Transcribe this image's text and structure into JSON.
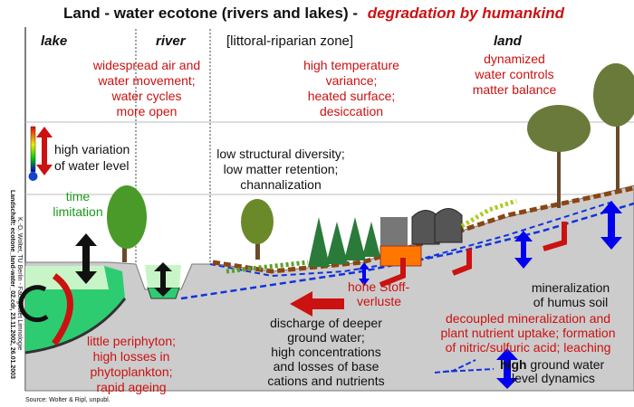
{
  "title": {
    "main": "Land - water ecotone (rivers and lakes)   -",
    "highlight": "degradation by humankind",
    "highlight_color": "#cc1111"
  },
  "zones": {
    "lake": "lake",
    "river": "river",
    "littoral": "[littoral-riparian zone]",
    "land": "land"
  },
  "row1": {
    "air": [
      "widespread air and",
      "water movement;",
      "water cycles",
      "more open"
    ],
    "temperature": [
      "high temperature",
      "variance;",
      "heated surface;",
      "desiccation"
    ],
    "land": [
      "dynamized",
      "water controls",
      "matter balance"
    ]
  },
  "row2": {
    "water_level": [
      "high variation",
      "of water level"
    ],
    "structure": [
      "low structural diversity;",
      "low matter retention;",
      "channalization"
    ]
  },
  "time_limitation": [
    "time",
    "limitation"
  ],
  "bottom": {
    "lake": [
      "little periphyton;",
      "high losses in",
      "phytoplankton;",
      "rapid ageing"
    ],
    "stoff": [
      "hohe Stoff-",
      "verluste"
    ],
    "discharge": [
      "discharge of deeper",
      "ground water;",
      "high concentrations",
      "and losses of base",
      "cations and nutrients"
    ],
    "mineralization": [
      "mineralization",
      "of humus soil"
    ],
    "decoupled": [
      "decoupled mineralization and",
      "plant nutrient uptake; formation",
      "of nitric/sulfuric acid; leaching"
    ],
    "groundwater_bold": "high",
    "groundwater": [
      " ground water",
      "level dynamics"
    ]
  },
  "side_credit": {
    "line1": "Landschaft: ecotone_land-water_02.cdr, 23.11.2002, 26.01.2003",
    "line2": "K.-D. Wolter, TU Berlin - Fachgebiet Limnologie"
  },
  "source": "Source: Wolter & Ripl, unpubl.",
  "colors": {
    "ground": "#cccccc",
    "water": "#2ecc71",
    "water_light": "#c8f5c8",
    "arrow_red": "#cc1111",
    "arrow_blue": "#0000ee"
  }
}
